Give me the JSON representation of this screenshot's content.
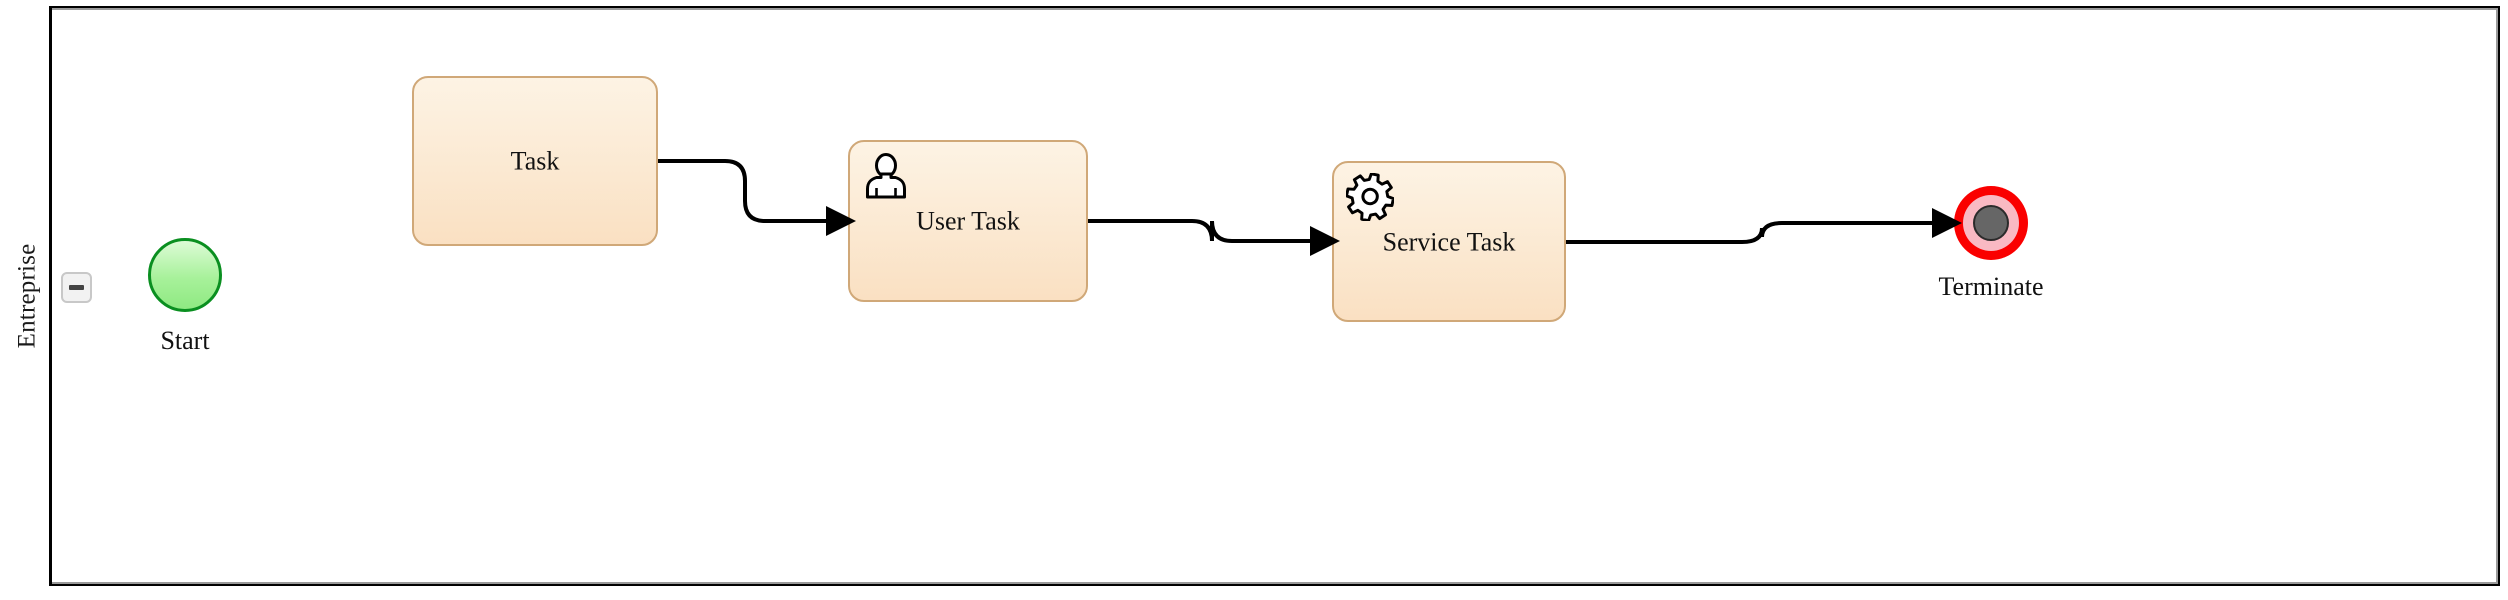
{
  "diagram": {
    "type": "bpmn-process",
    "pool": {
      "lane_label": "Entreprise",
      "collapse_button": {
        "icon": "minus-icon",
        "state": "expanded"
      }
    },
    "colors": {
      "activity_fill": "#fbe9d2",
      "activity_border": "#d0a878",
      "start_fill": "#a7f19a",
      "start_border": "#0a8f20",
      "terminate_ring": "#fa0000",
      "terminate_inner": "#f9b9c3",
      "terminate_core": "#666666",
      "flow_stroke": "#000000",
      "frame_border": "#000000"
    },
    "nodes": [
      {
        "id": "start",
        "kind": "start-event",
        "label": "Start",
        "icon": "none"
      },
      {
        "id": "task",
        "kind": "task",
        "label": "Task",
        "icon": "none"
      },
      {
        "id": "user-task",
        "kind": "user-task",
        "label": "User Task",
        "icon": "user-icon"
      },
      {
        "id": "service-task",
        "kind": "service-task",
        "label": "Service Task",
        "icon": "gear-icon"
      },
      {
        "id": "terminate",
        "kind": "terminate-end-event",
        "label": "Terminate",
        "icon": "terminate-icon"
      }
    ],
    "flows": [
      {
        "id": "flow-1",
        "from": "task",
        "to": "user-task",
        "label": ""
      },
      {
        "id": "flow-2",
        "from": "user-task",
        "to": "service-task",
        "label": ""
      },
      {
        "id": "flow-3",
        "from": "service-task",
        "to": "terminate",
        "label": ""
      }
    ]
  }
}
